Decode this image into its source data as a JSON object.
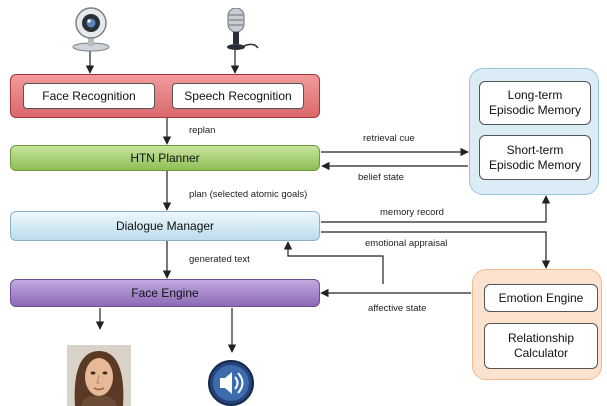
{
  "recognition": {
    "face_label": "Face Recognition",
    "speech_label": "Speech Recognition"
  },
  "planner": {
    "label": "HTN Planner"
  },
  "dialogue": {
    "label": "Dialogue Manager"
  },
  "face_engine": {
    "label": "Face Engine"
  },
  "memory": {
    "long_term_label": "Long-term\nEpisodic Memory",
    "short_term_label": "Short-term\nEpisodic Memory"
  },
  "emotion": {
    "engine_label": "Emotion Engine",
    "relationship_label": "Relationship\nCalculator"
  },
  "edges": {
    "replan": "replan",
    "retrieval_cue": "retrieval cue",
    "belief_state": "belief state",
    "plan": "plan (selected atomic goals)",
    "memory_record": "memory record",
    "emotional_appraisal": "emotional appraisal",
    "generated_text": "generated text",
    "affective_state": "affective state"
  },
  "colors": {
    "recognition": "#e8878a",
    "planner": "#a9cf7a",
    "dialogue": "#cfe6f2",
    "face_engine": "#a98ccc",
    "memory_panel": "#dcecf7",
    "emotion_panel": "#fbe3cf"
  },
  "icons": [
    "webcam-icon",
    "microphone-icon",
    "avatar-face-icon",
    "speaker-icon"
  ]
}
